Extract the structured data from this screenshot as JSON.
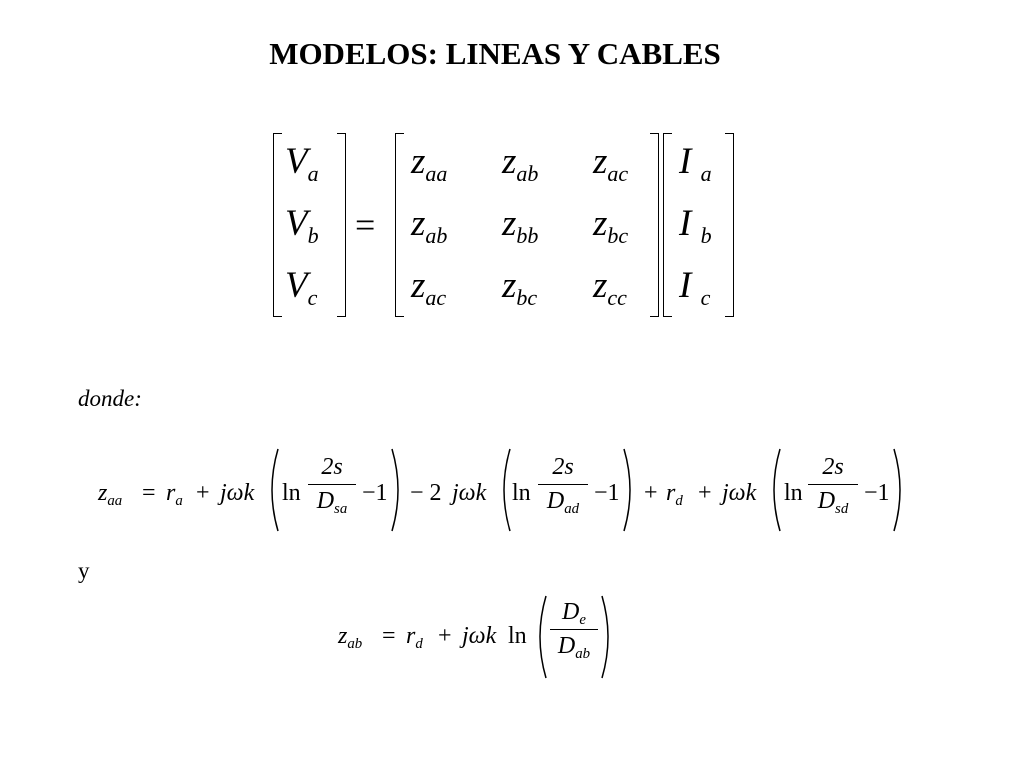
{
  "title": "MODELOS: LINEAS Y CABLES",
  "matrix_equation": {
    "lhs": [
      {
        "sym": "V",
        "sub": "a"
      },
      {
        "sym": "V",
        "sub": "b"
      },
      {
        "sym": "V",
        "sub": "c"
      }
    ],
    "equals": "=",
    "z_matrix": [
      [
        {
          "sym": "z",
          "sub": "aa"
        },
        {
          "sym": "z",
          "sub": "ab"
        },
        {
          "sym": "z",
          "sub": "ac"
        }
      ],
      [
        {
          "sym": "z",
          "sub": "ab"
        },
        {
          "sym": "z",
          "sub": "bb"
        },
        {
          "sym": "z",
          "sub": "bc"
        }
      ],
      [
        {
          "sym": "z",
          "sub": "ac"
        },
        {
          "sym": "z",
          "sub": "bc"
        },
        {
          "sym": "z",
          "sub": "cc"
        }
      ]
    ],
    "rhs": [
      {
        "sym": "I",
        "sub": "a"
      },
      {
        "sym": "I",
        "sub": "b"
      },
      {
        "sym": "I",
        "sub": "c"
      }
    ]
  },
  "donde_label": "donde:",
  "formula_zaa": {
    "lhs_sym": "z",
    "lhs_sub": "aa",
    "eq": "=",
    "r": "r",
    "r_sub": "a",
    "plus1": "+",
    "jwk1": "jωk",
    "ln1": "ln",
    "num1": "2s",
    "den1_sym": "D",
    "den1_sub": "sa",
    "minus_one1": "−1",
    "minus_two": "− 2",
    "jwk2": "jωk",
    "ln2": "ln",
    "num2": "2s",
    "den2_sym": "D",
    "den2_sub": "ad",
    "minus_one2": "−1",
    "plus2": "+",
    "rd": "r",
    "rd_sub": "d",
    "plus3": "+",
    "jwk3": "jωk",
    "ln3": "ln",
    "num3": "2s",
    "den3_sym": "D",
    "den3_sub": "sd",
    "minus_one3": "−1"
  },
  "y_label": "y",
  "formula_zab": {
    "lhs_sym": "z",
    "lhs_sub": "ab",
    "eq": "=",
    "r": "r",
    "r_sub": "d",
    "plus": "+",
    "jwk": "jωk",
    "ln": "ln",
    "num_sym": "D",
    "num_sub": "e",
    "den_sym": "D",
    "den_sub": "ab"
  }
}
